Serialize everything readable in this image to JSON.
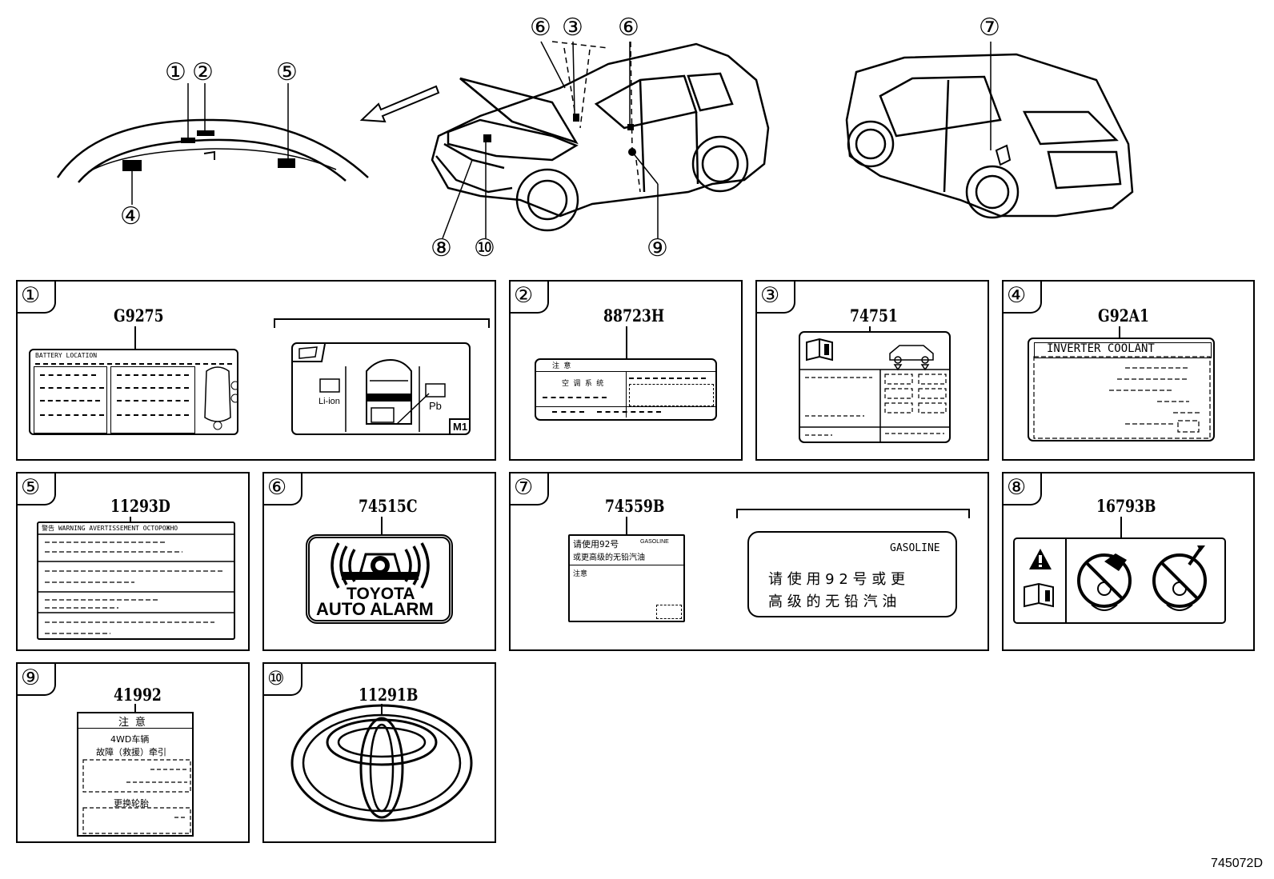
{
  "diagram_id": "745072D",
  "callouts": {
    "c1": "①",
    "c2": "②",
    "c3": "③",
    "c4": "④",
    "c5": "⑤",
    "c6a": "⑥",
    "c6b": "⑥",
    "c7": "⑦",
    "c8": "⑧",
    "c9": "⑨",
    "c10": "⑩"
  },
  "panels": [
    {
      "num": "①",
      "part": "G9275"
    },
    {
      "num": "②",
      "part": "88723H"
    },
    {
      "num": "③",
      "part": "74751"
    },
    {
      "num": "④",
      "part": "G92A1"
    },
    {
      "num": "⑤",
      "part": "11293D"
    },
    {
      "num": "⑥",
      "part": "74515C"
    },
    {
      "num": "⑦",
      "part": "74559B"
    },
    {
      "num": "⑧",
      "part": "16793B"
    },
    {
      "num": "⑨",
      "part": "41992"
    },
    {
      "num": "⑩",
      "part": "11291B"
    }
  ],
  "labels": {
    "battery_location": "BATTERY LOCATION",
    "li_ion": "Li-ion",
    "pb": "Pb",
    "m1": "M1",
    "caution_cn": "注 意",
    "ac_system": "空 调 系 统",
    "inverter_coolant": "INVERTER COOLANT",
    "warning_line": "警告 WARNING AVERTISSEMENT ОСТОРОЖНО",
    "toyota": "TOYOTA",
    "auto_alarm": "AUTO ALARM",
    "fuel_small_cn": "请使用92号",
    "fuel_small_gas": "GASOLINE",
    "fuel_small_line2": "或更高级的无铅汽油",
    "fuel_small_note": "注意",
    "gasoline": "GASOLINE",
    "fuel_line1": "请 使 用 9 2 号 或 更",
    "fuel_line2": "高 级 的 无 铅 汽 油",
    "awd_caution": "注 意",
    "awd_line1": "4WD车辆",
    "awd_line2": "故障（救援）牵引",
    "awd_line3": "更换轮胎"
  }
}
